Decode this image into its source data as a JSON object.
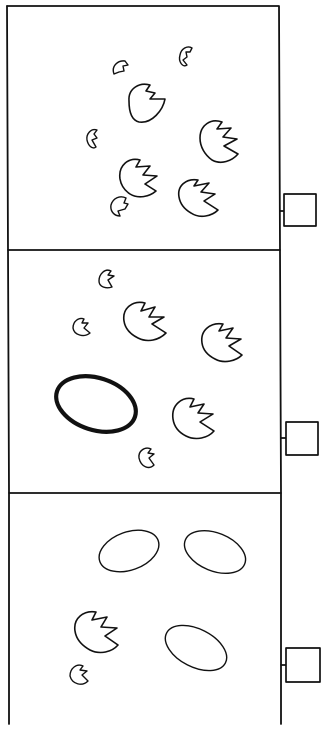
{
  "panels": [
    {
      "id": "panel-1",
      "hatched_shells": 4,
      "small_shell_fragments": 4,
      "whole_eggs": 0,
      "bold_eggs": 0
    },
    {
      "id": "panel-2",
      "hatched_shells": 3,
      "small_shell_fragments": 3,
      "whole_eggs": 0,
      "bold_eggs": 1
    },
    {
      "id": "panel-3",
      "hatched_shells": 1,
      "small_shell_fragments": 1,
      "whole_eggs": 3,
      "bold_eggs": 0
    }
  ],
  "side_boxes": 3,
  "colors": {
    "ink": "#111111",
    "paper": "#ffffff"
  }
}
